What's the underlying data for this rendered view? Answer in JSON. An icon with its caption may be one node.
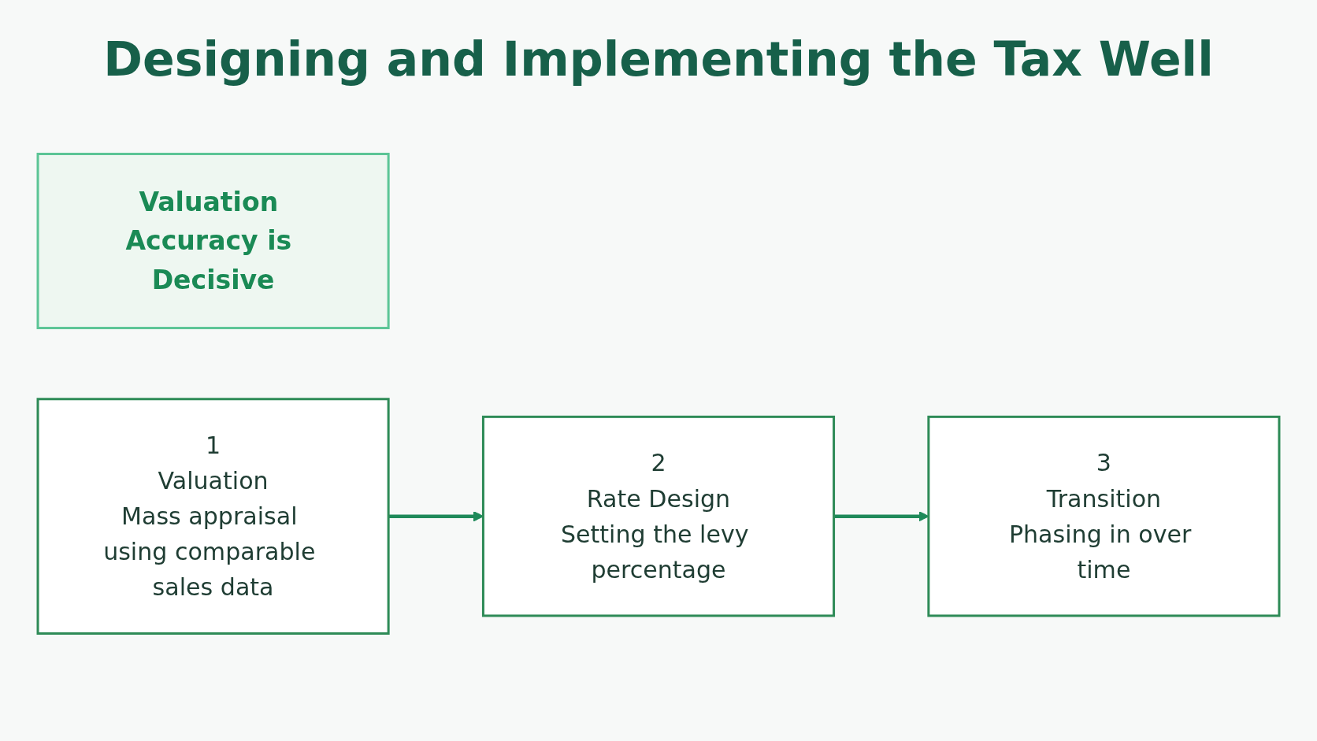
{
  "diagram": {
    "title": "Designing and Implementing the Tax Well",
    "nodes": [
      {
        "text": [
          "Valuation Accuracy is Decisive"
        ]
      },
      {
        "text": [
          "1",
          "Valuation",
          "Mass appraisal using comparable sales data"
        ]
      },
      {
        "text": [
          "2",
          "Rate Design",
          "Setting the levy percentage"
        ]
      },
      {
        "text": [
          "3",
          "Transition",
          "Phasing in over time"
        ]
      }
    ],
    "edges": [
      {
        "from": 1,
        "to": 2,
        "arrow": "to"
      },
      {
        "from": 2,
        "to": 3,
        "arrow": "to"
      }
    ]
  }
}
